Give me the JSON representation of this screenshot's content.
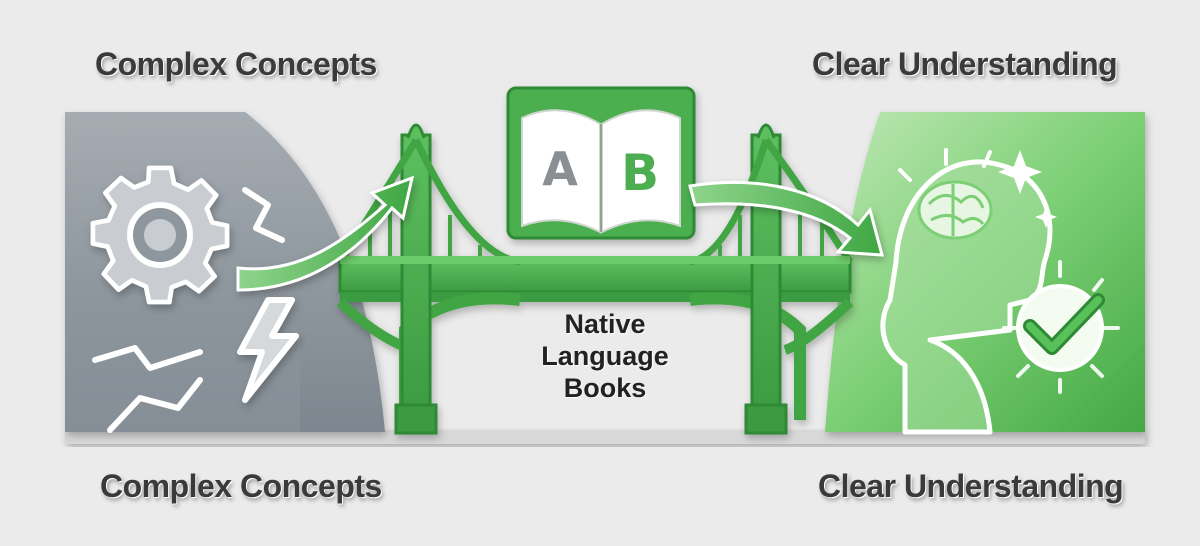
{
  "labels": {
    "top_left": "Complex Concepts",
    "top_right": "Clear Understanding",
    "bottom_left": "Complex Concepts",
    "bottom_right": "Clear Understanding"
  },
  "bridge": {
    "line1": "Native",
    "line2": "Language",
    "line3": "Books"
  },
  "book": {
    "left_letter": "A",
    "right_letter": "B"
  },
  "icons": {
    "left_panel": [
      "gear-icon",
      "lightning-icon",
      "crack-lines"
    ],
    "center": [
      "bridge-icon",
      "open-book-icon",
      "arrow-icon"
    ],
    "right_panel": [
      "head-brain-icon",
      "checkmark-icon",
      "sparkle-icon"
    ]
  },
  "colors": {
    "gray_panel": "#8a939b",
    "green_primary": "#4caf50",
    "green_light": "#8fd48c",
    "green_dark": "#2e7d32"
  }
}
